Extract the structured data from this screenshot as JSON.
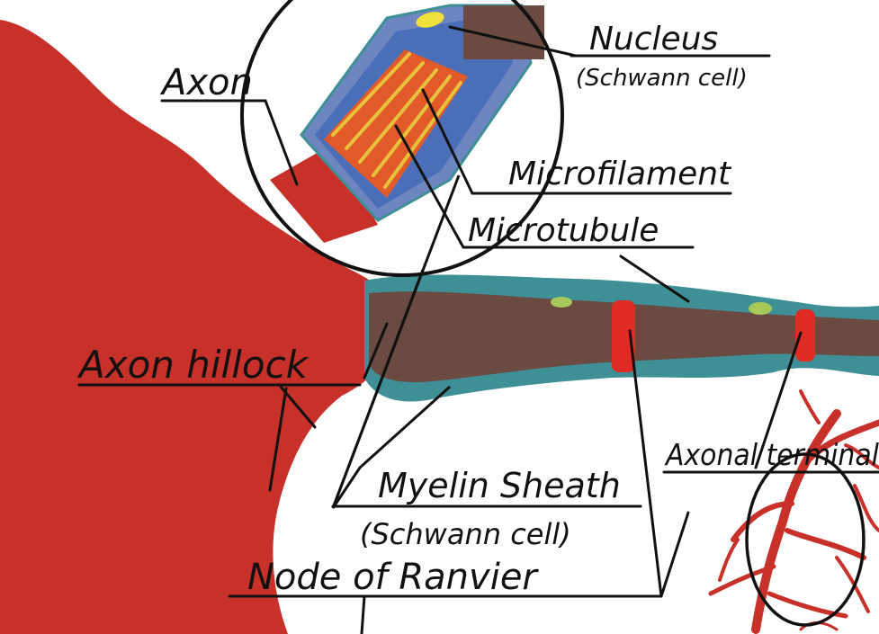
{
  "diagram": {
    "labels": {
      "axon": "Axon",
      "nucleus": "Nucleus",
      "nucleus_sub": "(Schwann cell)",
      "microfilament": "Microfilament",
      "microtubule": "Microtubule",
      "axon_hillock": "Axon hillock",
      "myelin_sheath": "Myelin Sheath",
      "myelin_sub": "(Schwann cell)",
      "node_of_ranvier": "Node of Ranvier",
      "axonal_terminal": "Axonal terminal"
    },
    "colors": {
      "cell_body": "#c8302a",
      "axon_core": "#6b4a42",
      "myelin": "#3e8f96",
      "node": "#e02a24",
      "nucleus": "#a8c85a",
      "ink": "#111111",
      "zoom_outer": "#6d86c0",
      "zoom_blue": "#2b5bb5",
      "filament": "#e7c23a"
    }
  }
}
